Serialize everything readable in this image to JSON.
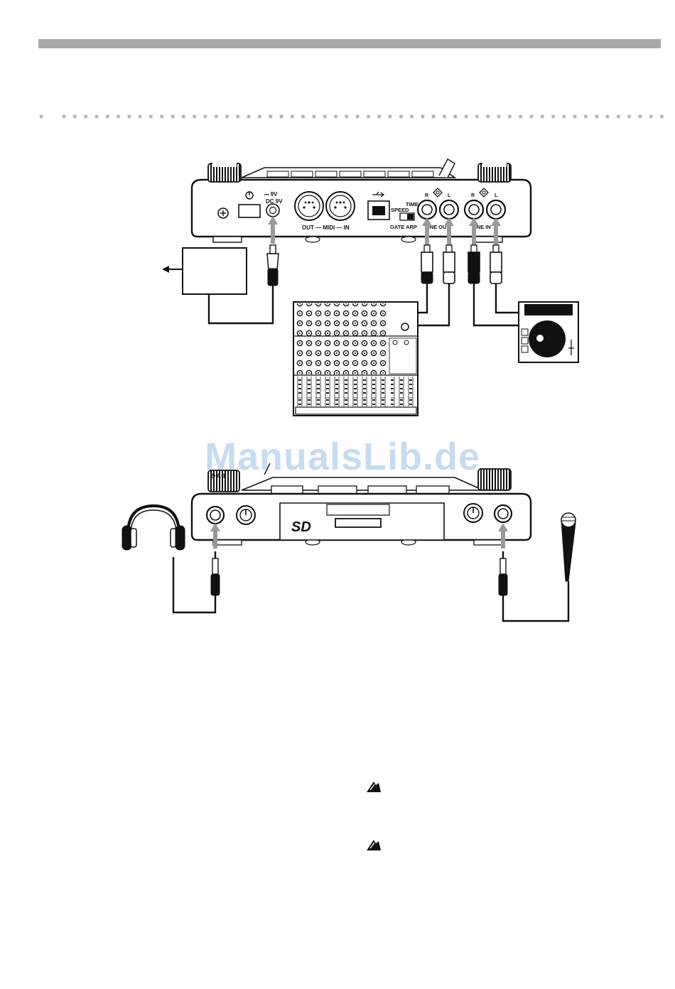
{
  "watermark": "ManualsLib.de",
  "rear_panel": {
    "dc_label_top": "⎓ 9V",
    "dc_label": "DC 9V",
    "midi_label": "OUT — MIDI — IN",
    "speed": "SPEED",
    "time": "TIME",
    "gate_arp": "GATE ARP",
    "line_out": "LINE OUT",
    "line_in": "LINE IN",
    "r": "R",
    "l": "L"
  },
  "front_panel": {
    "sd_logo": "SD"
  },
  "warning_icon": "warning-icon"
}
